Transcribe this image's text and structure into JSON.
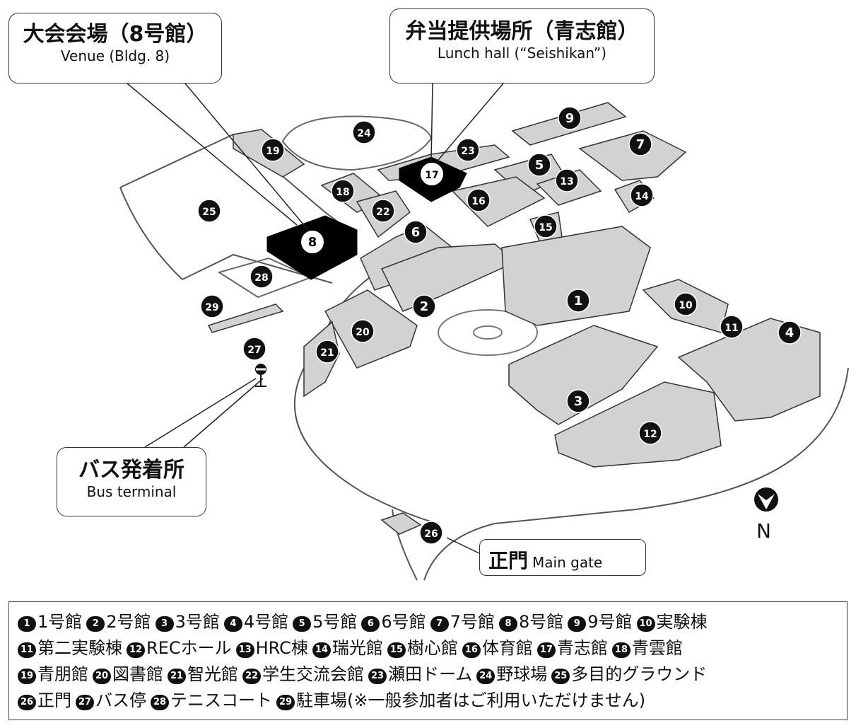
{
  "callouts": {
    "venue": {
      "jp": "大会会場（8号館）",
      "en": "Venue (Bldg. 8)"
    },
    "lunch": {
      "jp": "弁当提供場所（青志館）",
      "en": "Lunch hall (“Seishikan”)"
    },
    "bus": {
      "jp": "バス発着所",
      "en": "Bus terminal"
    },
    "gate": {
      "jp": "正門",
      "en": "Main gate"
    }
  },
  "north": "N",
  "map_markers": [
    "1",
    "2",
    "3",
    "4",
    "5",
    "6",
    "7",
    "8",
    "9",
    "10",
    "11",
    "12",
    "13",
    "14",
    "15",
    "16",
    "17",
    "18",
    "19",
    "20",
    "21",
    "22",
    "23",
    "24",
    "25",
    "26",
    "27",
    "28",
    "29"
  ],
  "legend": [
    {
      "num": "1",
      "label": "1号館"
    },
    {
      "num": "2",
      "label": "2号館"
    },
    {
      "num": "3",
      "label": "3号館"
    },
    {
      "num": "4",
      "label": "4号館"
    },
    {
      "num": "5",
      "label": "5号館"
    },
    {
      "num": "6",
      "label": "6号館"
    },
    {
      "num": "7",
      "label": "7号館"
    },
    {
      "num": "8",
      "label": "8号館"
    },
    {
      "num": "9",
      "label": "9号館"
    },
    {
      "num": "10",
      "label": "実験棟"
    },
    {
      "num": "11",
      "label": "第二実験棟"
    },
    {
      "num": "12",
      "label": "RECホール"
    },
    {
      "num": "13",
      "label": "HRC棟"
    },
    {
      "num": "14",
      "label": "瑞光館"
    },
    {
      "num": "15",
      "label": "樹心館"
    },
    {
      "num": "16",
      "label": "体育館"
    },
    {
      "num": "17",
      "label": "青志館"
    },
    {
      "num": "18",
      "label": "青雲館"
    },
    {
      "num": "19",
      "label": "青朋館"
    },
    {
      "num": "20",
      "label": "図書館"
    },
    {
      "num": "21",
      "label": "智光館"
    },
    {
      "num": "22",
      "label": "学生交流会館"
    },
    {
      "num": "23",
      "label": "瀬田ドーム"
    },
    {
      "num": "24",
      "label": "野球場"
    },
    {
      "num": "25",
      "label": "多目的グラウンド"
    },
    {
      "num": "26",
      "label": "正門"
    },
    {
      "num": "27",
      "label": "バス停"
    },
    {
      "num": "28",
      "label": "テニスコート"
    },
    {
      "num": "29",
      "label": "駐車場(※一般参加者はご利用いただけません)"
    }
  ],
  "colors": {
    "building": "#d2d2d2",
    "highlight": "#000000",
    "line": "#444444"
  }
}
